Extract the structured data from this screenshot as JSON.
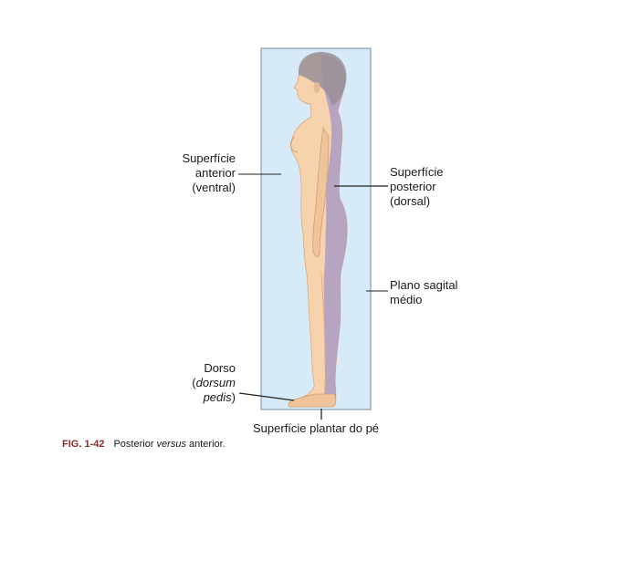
{
  "labels": {
    "anterior_surface": [
      "Superfície",
      "anterior",
      "(ventral)"
    ],
    "posterior_surface": [
      "Superfície",
      "posterior",
      "(dorsal)"
    ],
    "midsagittal_plane": [
      "Plano sagital",
      "médio"
    ],
    "dorsum": {
      "line1": "Dorso",
      "line2_open": "(",
      "line2_term": "dorsum",
      "line3_term": "pedis",
      "line3_close": ")"
    },
    "plantar_surface": "Superfície plantar do pé"
  },
  "caption": {
    "figure_number": "FIG. 1-42",
    "text_before": "Posterior ",
    "text_italic": "versus",
    "text_after": " anterior."
  },
  "colors": {
    "plane_fill": "#d6eaf8",
    "plane_stroke": "#7a8a99",
    "skin": "#f7d3ad",
    "skin_shadow": "#e6b98f",
    "posterior_shade": "#a294c8",
    "hair": "#9a8f96",
    "leader_line": "#222222",
    "caption_figure": "#8b2a2a"
  }
}
